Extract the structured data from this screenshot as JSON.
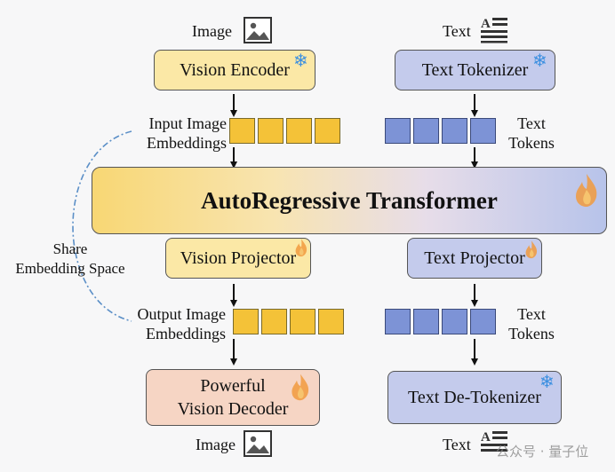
{
  "labels": {
    "image_top": "Image",
    "text_top": "Text",
    "input_image_embeddings": "Input Image\nEmbeddings",
    "text_tokens_top": "Text\nTokens",
    "share_embedding": "Share\nEmbedding Space",
    "output_image_embeddings": "Output Image\nEmbeddings",
    "text_tokens_bottom": "Text\nTokens",
    "image_bottom": "Image",
    "text_bottom": "Text"
  },
  "boxes": {
    "vision_encoder": "Vision Encoder",
    "text_tokenizer": "Text Tokenizer",
    "transformer": "AutoRegressive Transformer",
    "vision_projector": "Vision Projector",
    "text_projector": "Text Projector",
    "vision_decoder": "Powerful\nVision Decoder",
    "text_detokenizer": "Text De-Tokenizer"
  },
  "watermark": "公众号 · 量子位",
  "colors": {
    "vision": "#fbe8a6",
    "text": "#c4cbec",
    "decoder": "#f6d5c4",
    "image_token": "#f4c238",
    "text_token": "#7d93d6",
    "dash_line": "#5b8fc7"
  }
}
